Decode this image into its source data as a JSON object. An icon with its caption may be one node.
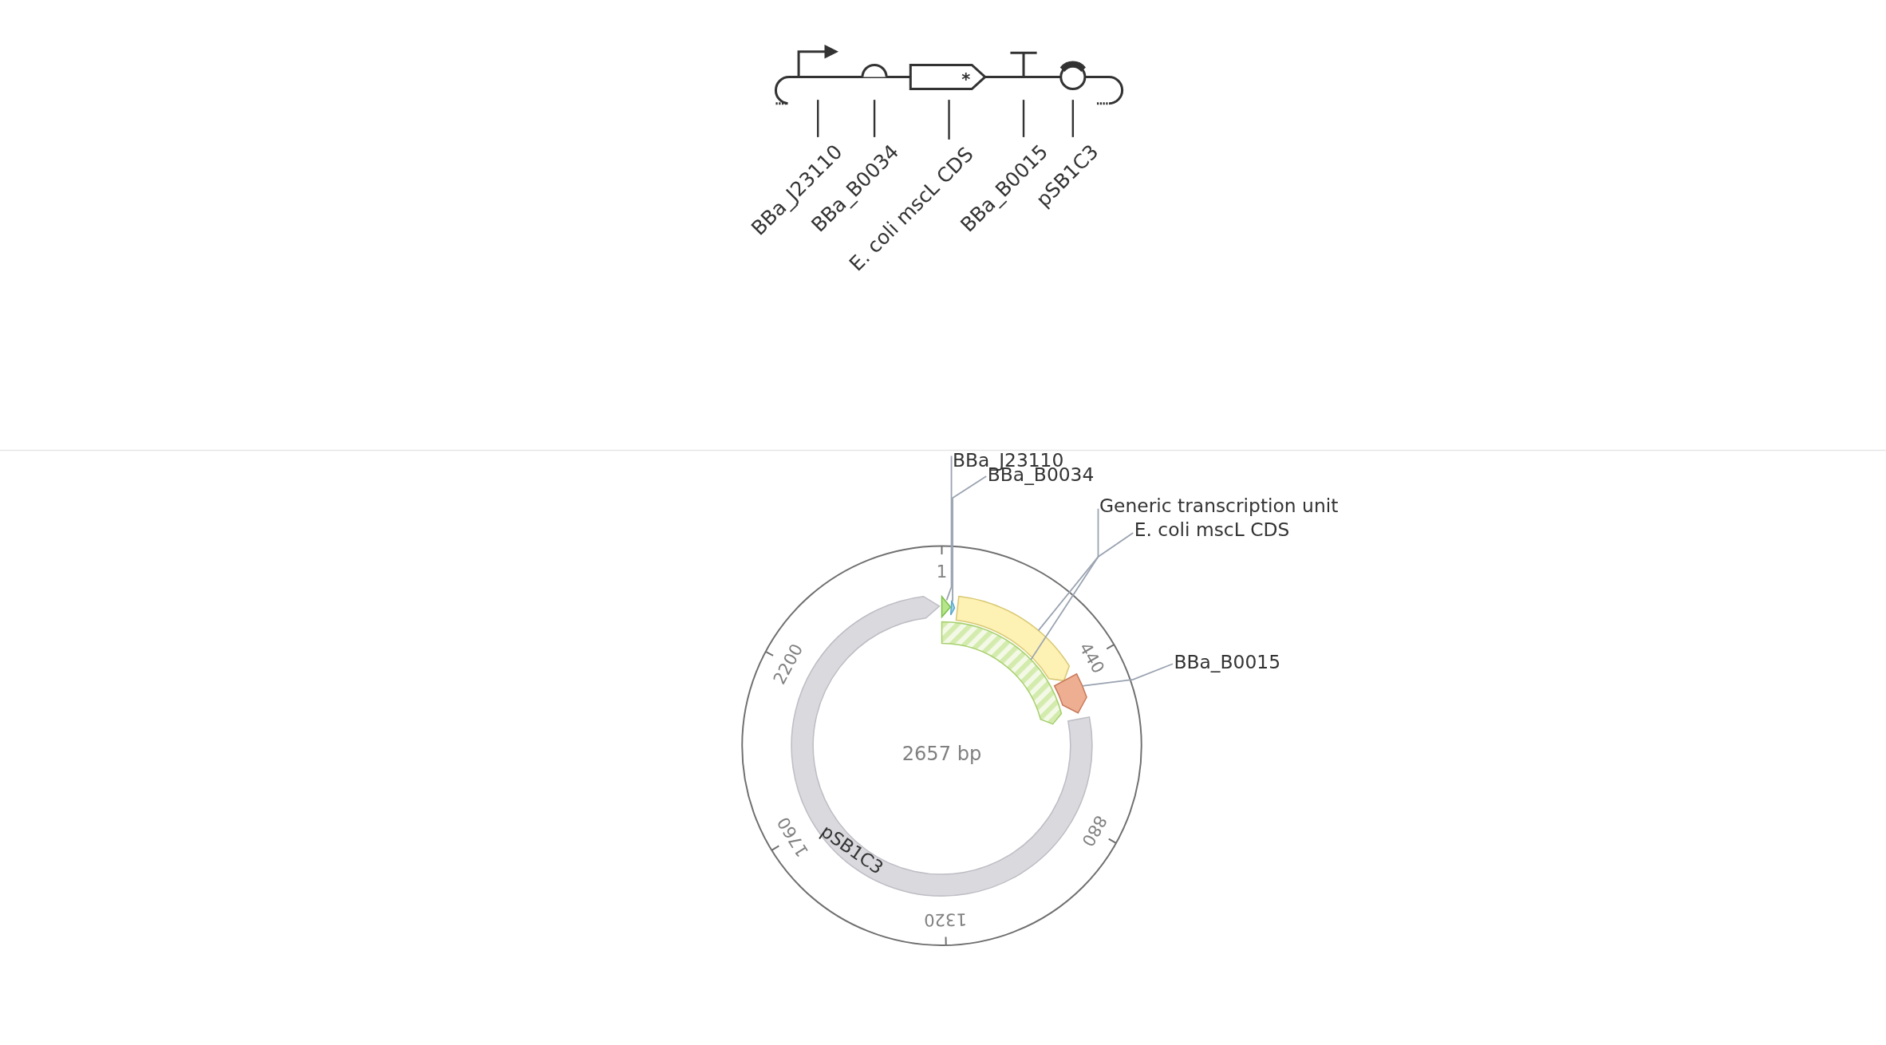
{
  "diagram": {
    "nodes": [
      {
        "text": [],
        "shape": "arrow"
      },
      {
        "text": [],
        "shape": "semicircle"
      },
      {
        "text": [
          "*"
        ]
      },
      {
        "text": [],
        "shape": "bar"
      },
      {
        "text": [],
        "shape": "circle"
      },
      {
        "text": [
          "BBa_J23110"
        ]
      },
      {
        "text": [
          "BBa_B0034"
        ]
      },
      {
        "text": [
          "E. coli mscL CDS"
        ]
      },
      {
        "text": [
          "BBa_B0015"
        ]
      },
      {
        "text": [
          "pSB1C3"
        ]
      },
      {
        "text": [
          "BBa_J23110"
        ]
      },
      {
        "text": [
          "BBa_B0034"
        ]
      },
      {
        "text": [
          "Generic transcription unit"
        ]
      },
      {
        "text": [
          "E. coli mscL CDS"
        ]
      },
      {
        "text": [
          "BBa_B0015"
        ]
      },
      {
        "text": [],
        "shape": "triangle"
      },
      {
        "text": [],
        "shape": "triangle"
      },
      {
        "text": [],
        "shape": "arrow"
      },
      {
        "text": [],
        "shape": "band"
      },
      {
        "text": [],
        "shape": "pentagon"
      },
      {
        "text": [
          "pSB1C3"
        ]
      }
    ],
    "edges": [
      {
        "from": 5,
        "to": 0,
        "arrow": "none"
      },
      {
        "from": 6,
        "to": 1,
        "arrow": "none"
      },
      {
        "from": 7,
        "to": 2,
        "arrow": "none"
      },
      {
        "from": 8,
        "to": 3,
        "arrow": "none"
      },
      {
        "from": 9,
        "to": 4,
        "arrow": "none"
      },
      {
        "from": 10,
        "to": 15,
        "arrow": "none",
        "color": "#9aa3b1"
      },
      {
        "from": 11,
        "to": 16,
        "arrow": "none",
        "color": "#9aa3b1"
      },
      {
        "from": 12,
        "to": 18,
        "arrow": "none",
        "color": "#9aa3b1"
      },
      {
        "from": 13,
        "to": 17,
        "arrow": "none",
        "color": "#9aa3b1"
      },
      {
        "from": 14,
        "to": 19,
        "arrow": "none",
        "color": "#9aa3b1"
      }
    ],
    "labels": [
      "1",
      "440",
      "880",
      "1320",
      "1760",
      "2200",
      "2657 bp"
    ]
  }
}
